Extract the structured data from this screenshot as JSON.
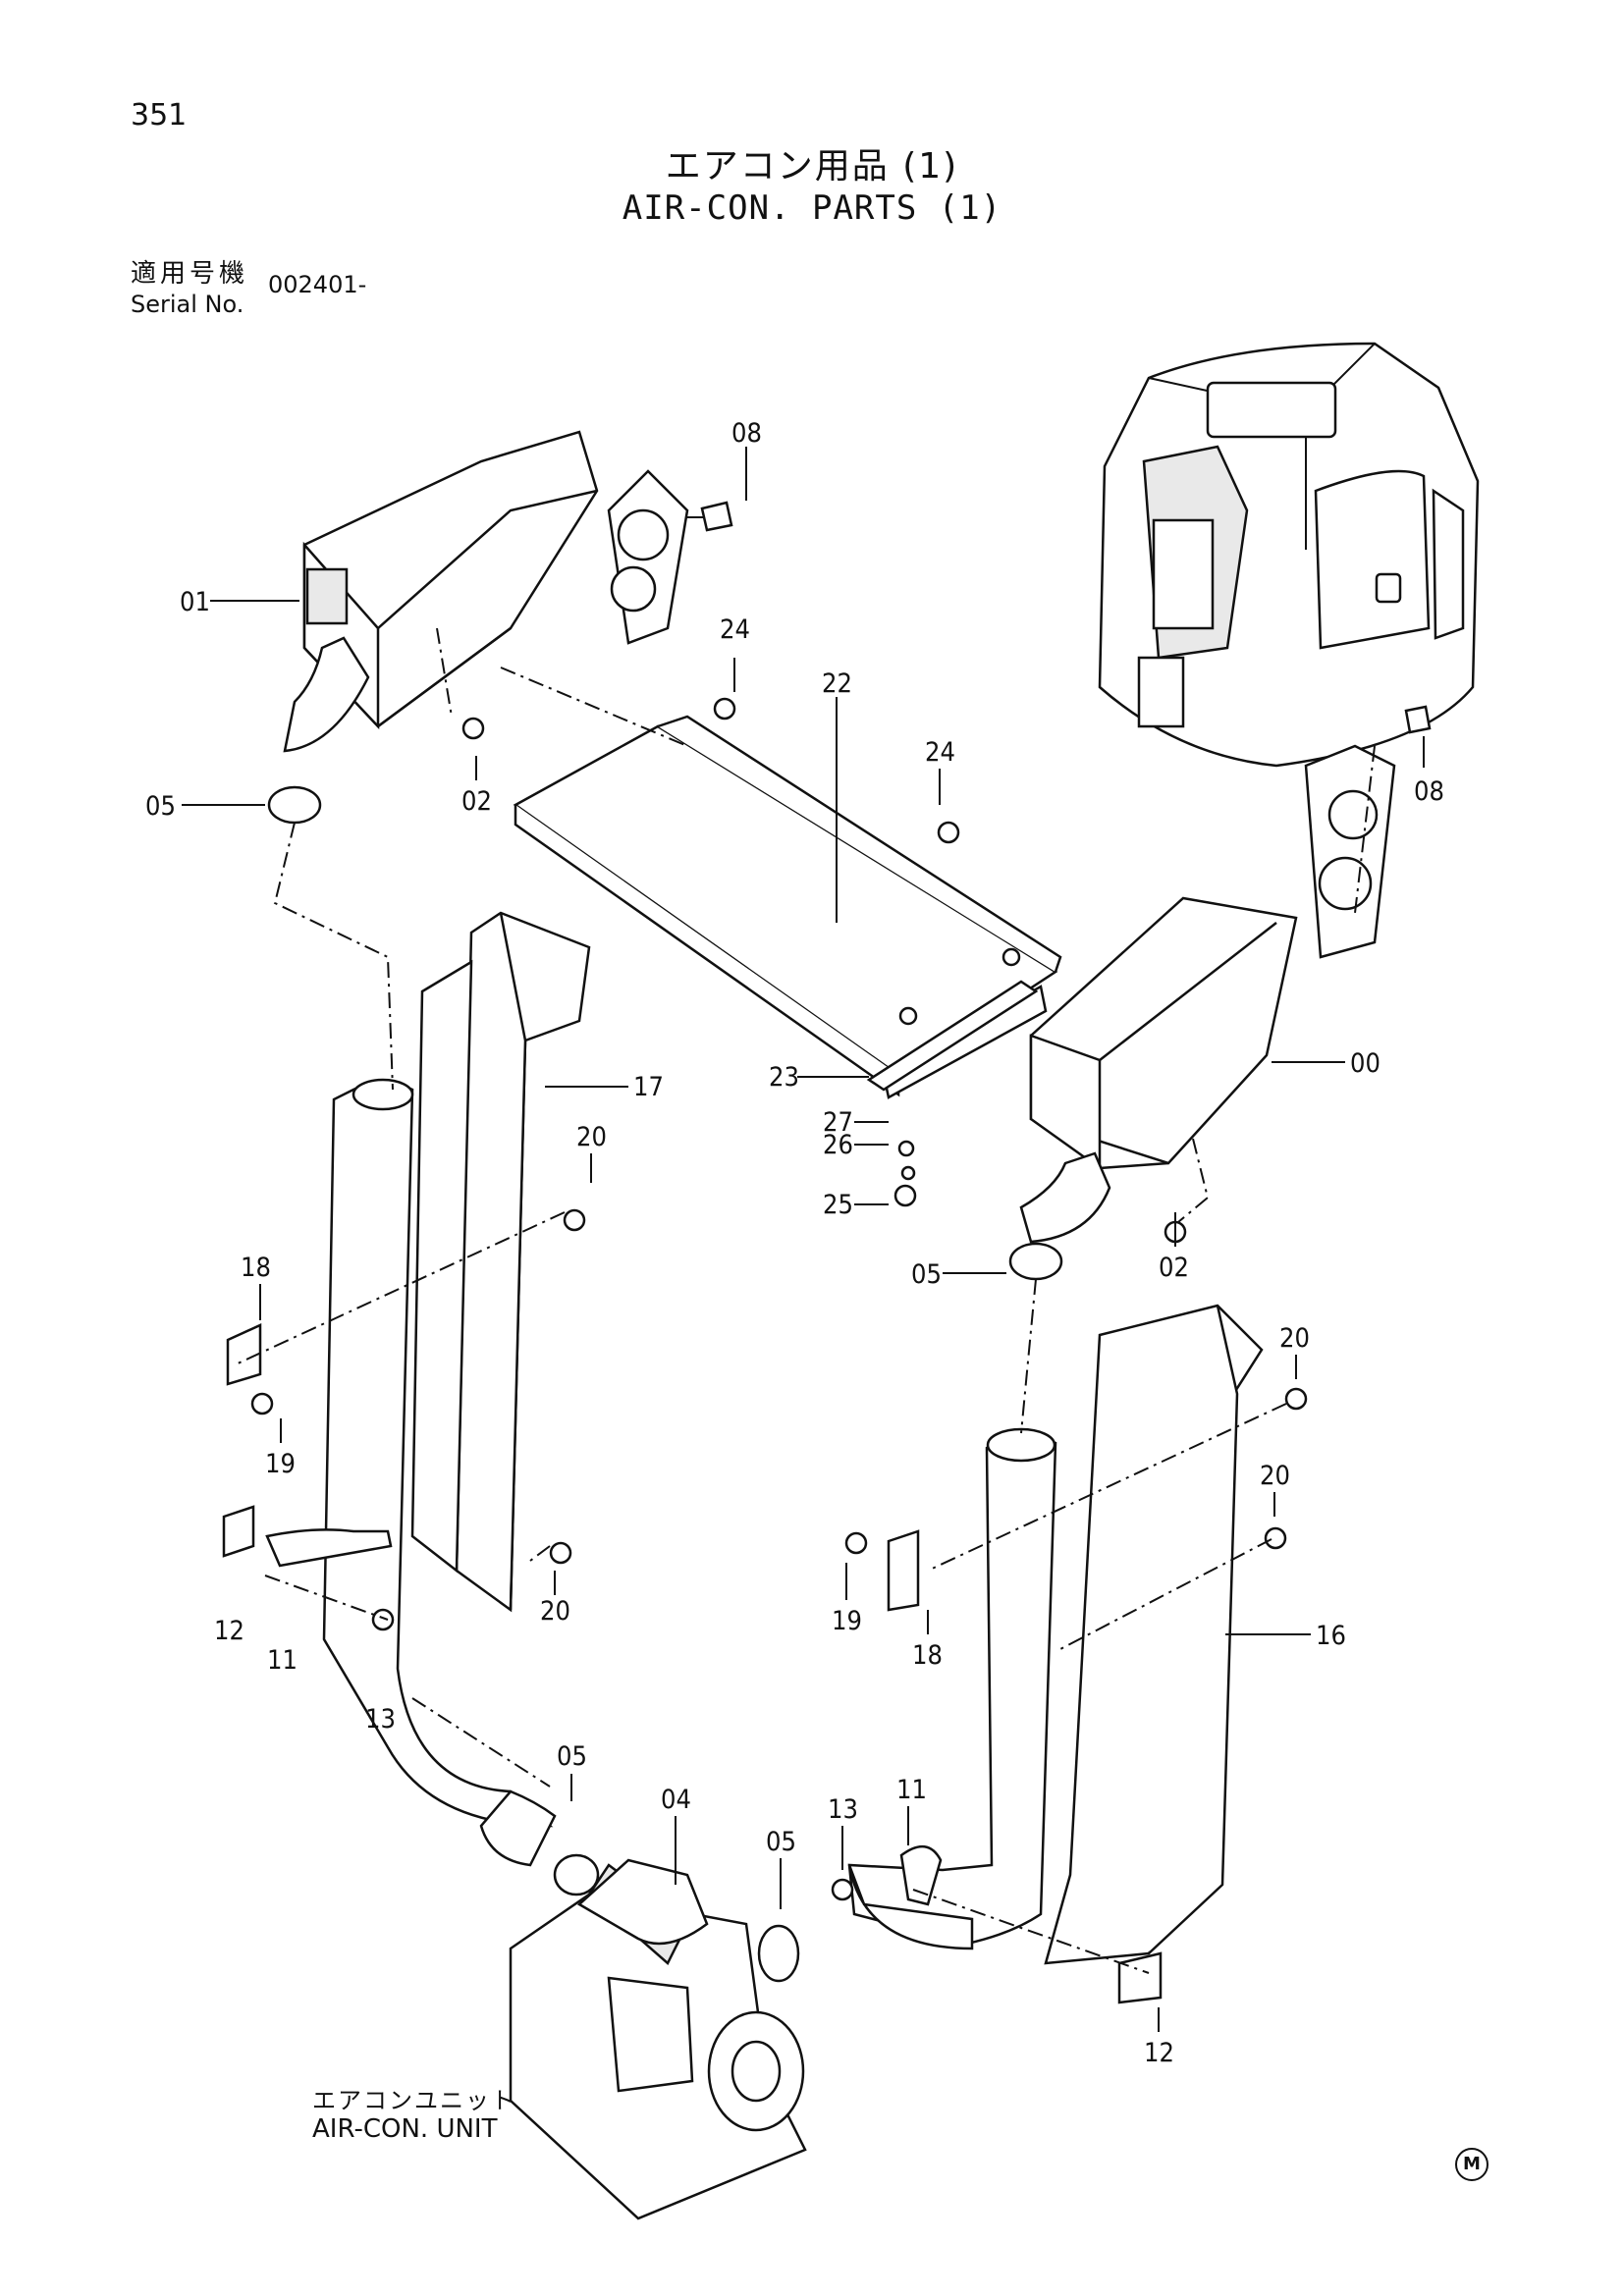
{
  "header": {
    "page_number": "351",
    "title_jp": "エアコン用品 (1)",
    "title_en": "AIR-CON. PARTS (1)",
    "serial_label_jp": "適用号機",
    "serial_label_en": "Serial No.",
    "serial_value": "002401-"
  },
  "callouts": [
    "01",
    "08",
    "24",
    "22",
    "05",
    "02",
    "24",
    "08",
    "17",
    "00",
    "23",
    "27",
    "26",
    "25",
    "20",
    "18",
    "05",
    "02",
    "19",
    "20",
    "20",
    "12",
    "11",
    "13",
    "20",
    "19",
    "18",
    "16",
    "05",
    "04",
    "05",
    "13",
    "11",
    "12"
  ],
  "unit_caption": {
    "jp": "エアコンユニット",
    "en": "AIR-CON. UNIT"
  },
  "mark": "M"
}
